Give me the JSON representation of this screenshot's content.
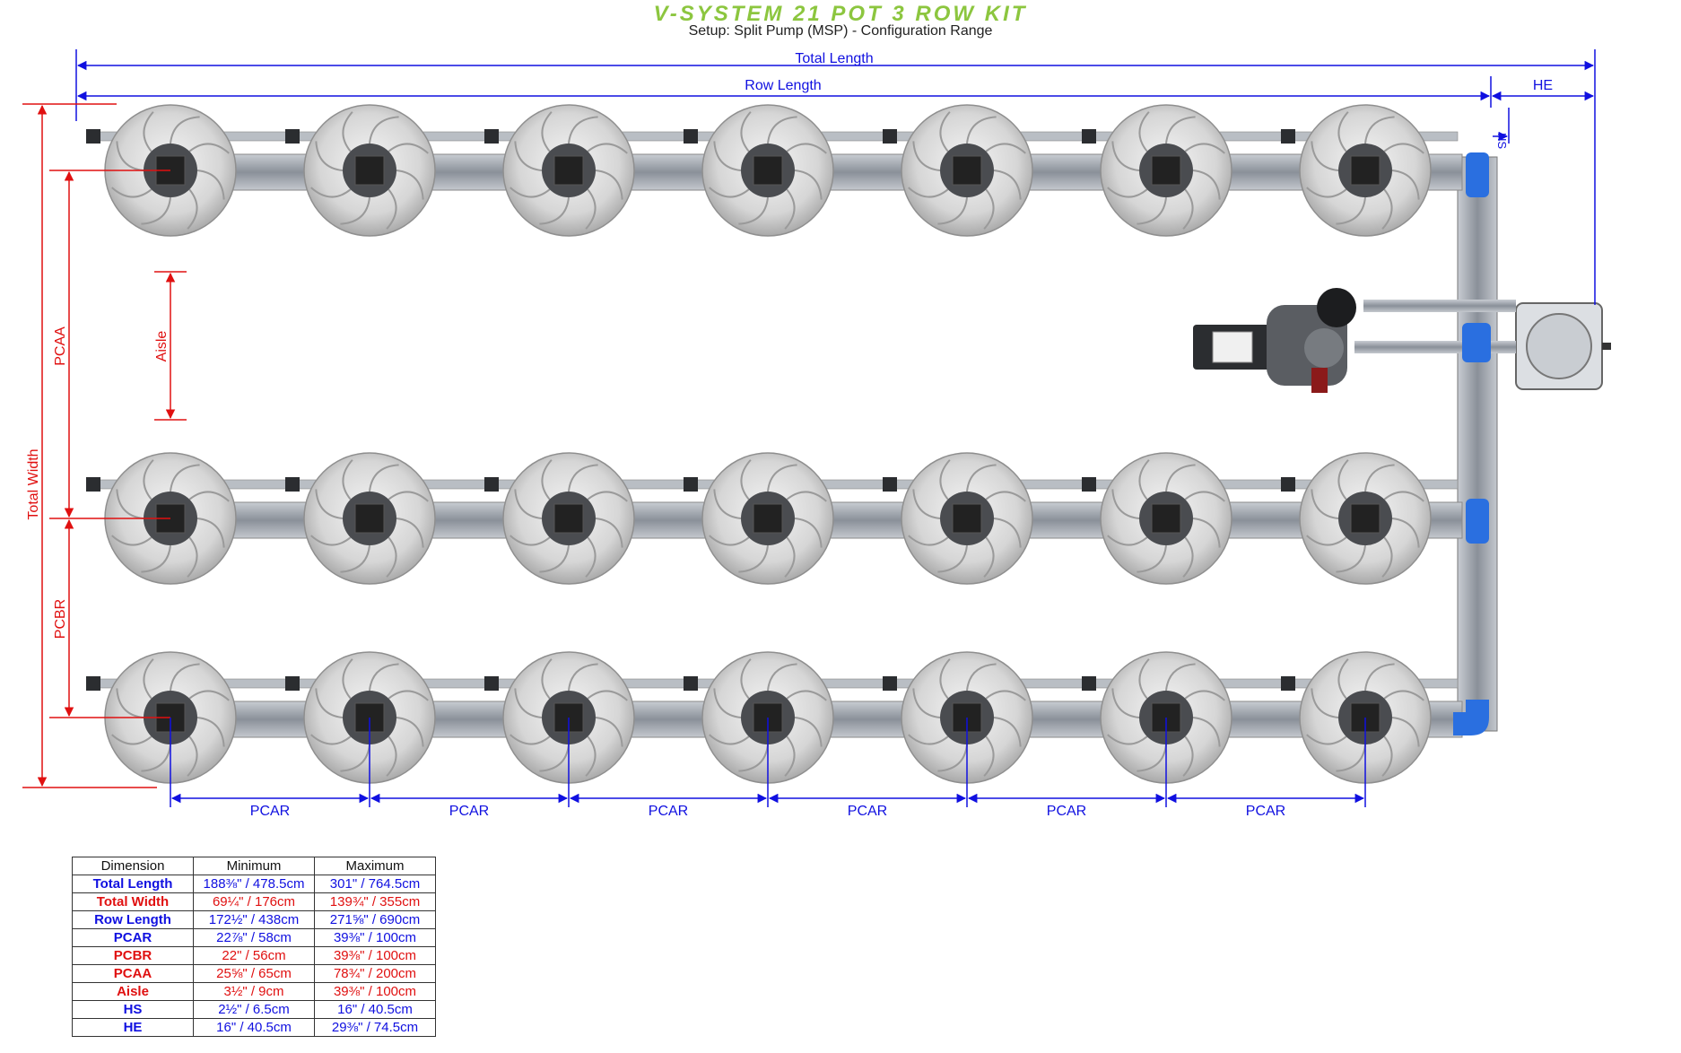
{
  "title": "V-SYSTEM 21 POT 3 ROW KIT",
  "subtitle": "Setup: Split Pump (MSP) - Configuration Range",
  "colors": {
    "blue": "#1010e0",
    "red": "#e01010",
    "title_green": "#8cc63f",
    "pipe_blue": "#2a6fe0"
  },
  "labels": {
    "total_length": "Total Length",
    "row_length": "Row Length",
    "he": "HE",
    "hs": "HS",
    "total_width": "Total Width",
    "pcaa": "PCAA",
    "aisle": "Aisle",
    "pcbr": "PCBR",
    "pcar": "PCAR"
  },
  "layout_info": {
    "rows": 3,
    "pots_per_row": 7
  },
  "table": {
    "headers": [
      "Dimension",
      "Minimum",
      "Maximum"
    ],
    "rows": [
      {
        "name": "Total Length",
        "min": "188⅜\" / 478.5cm",
        "max": "301\" / 764.5cm",
        "color": "blue"
      },
      {
        "name": "Total Width",
        "min": "69¼\" / 176cm",
        "max": "139¾\" / 355cm",
        "color": "red"
      },
      {
        "name": "Row Length",
        "min": "172½\" / 438cm",
        "max": "271⅝\" / 690cm",
        "color": "blue"
      },
      {
        "name": "PCAR",
        "min": "22⅞\" / 58cm",
        "max": "39⅜\" / 100cm",
        "color": "blue"
      },
      {
        "name": "PCBR",
        "min": "22\" / 56cm",
        "max": "39⅜\" / 100cm",
        "color": "red"
      },
      {
        "name": "PCAA",
        "min": "25⅝\" / 65cm",
        "max": "78¾\" / 200cm",
        "color": "red"
      },
      {
        "name": "Aisle",
        "min": "3½\" / 9cm",
        "max": "39⅜\" / 100cm",
        "color": "red"
      },
      {
        "name": "HS",
        "min": "2½\" / 6.5cm",
        "max": "16\" / 40.5cm",
        "color": "blue"
      },
      {
        "name": "HE",
        "min": "16\" / 40.5cm",
        "max": "29⅜\" / 74.5cm",
        "color": "blue"
      }
    ]
  }
}
